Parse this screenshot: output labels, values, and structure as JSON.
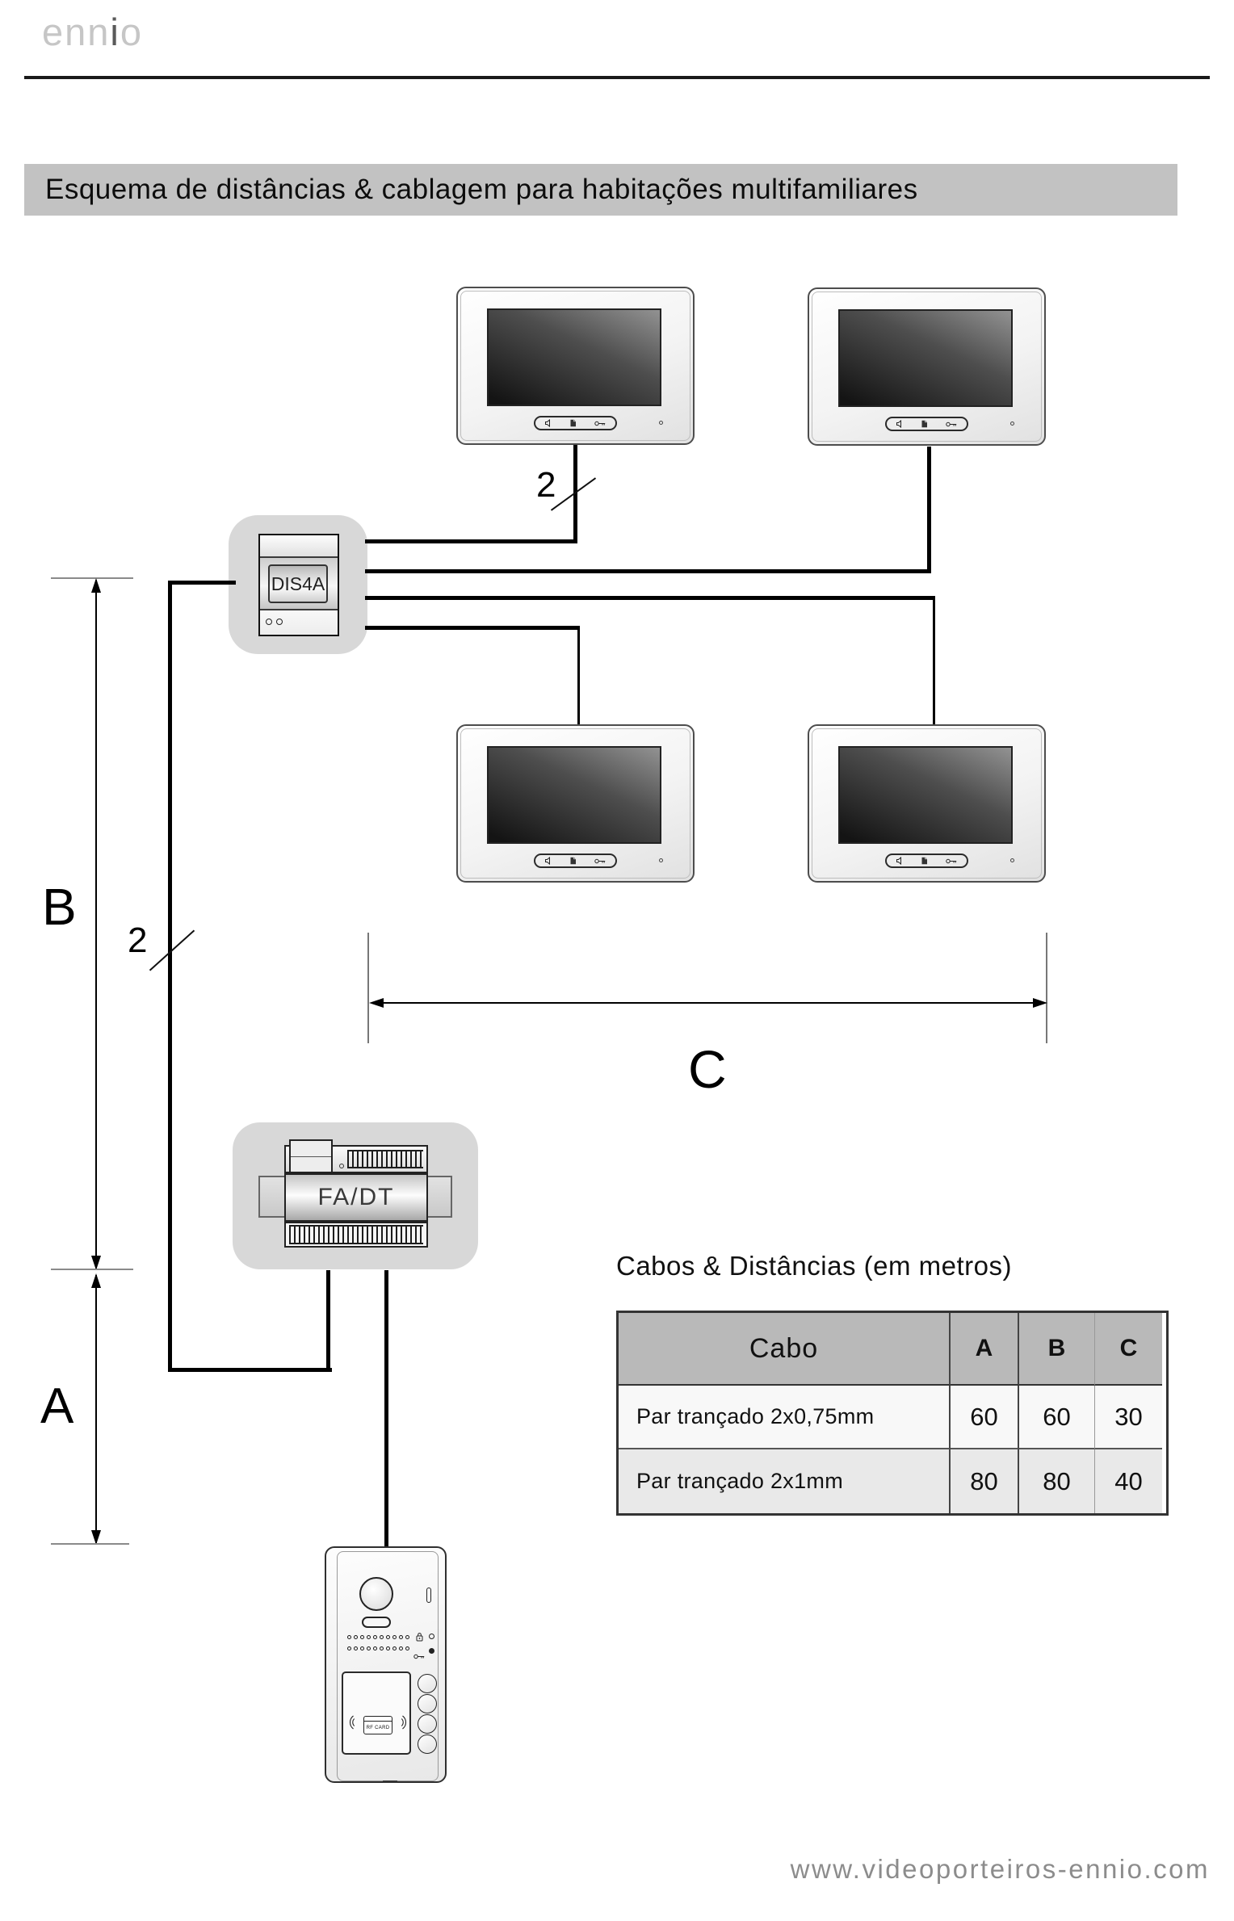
{
  "logo": {
    "part1": "enn",
    "accent": "i",
    "part2": "o"
  },
  "title_bar": "Esquema de distâncias & cablagem para habitações multifamiliares",
  "diagram": {
    "distributor_label": "DIS4A",
    "power_supply_label": "FA/DT",
    "top_wire_count": "2",
    "riser_wire_count": "2",
    "dim_b": "B",
    "dim_a": "A",
    "dim_c": "C",
    "rf_card_label": "RF CARD"
  },
  "table": {
    "title": "Cabos & Distâncias (em metros)",
    "headers": [
      "Cabo",
      "A",
      "B",
      "C"
    ],
    "rows": [
      {
        "cable": "Par trançado 2x0,75mm",
        "a": "60",
        "b": "60",
        "c": "30"
      },
      {
        "cable": "Par trançado 2x1mm",
        "a": "80",
        "b": "80",
        "c": "40"
      }
    ]
  },
  "footer": {
    "url": "www.videoporteiros-ennio.com"
  }
}
